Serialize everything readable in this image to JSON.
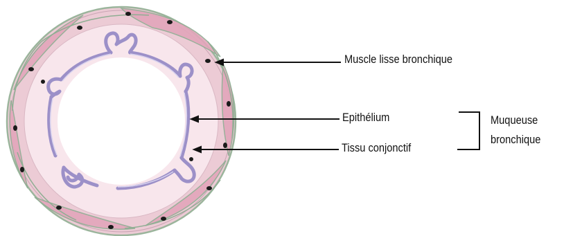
{
  "labels": {
    "muscle": "Muscle lisse bronchique",
    "epithelium": "Epithélium",
    "tissu": "Tissu conjonctif",
    "muqueuse_line1": "Muqueuse",
    "muqueuse_line2": "bronchique"
  },
  "colors": {
    "muscle_pink": "#e8b7c6",
    "connective_pink": "#f7e4ea",
    "outer_green": "#9bb59c",
    "epithelium_purple": "#9c90c8",
    "nucleus": "#1a1a1a",
    "line": "#111111"
  }
}
